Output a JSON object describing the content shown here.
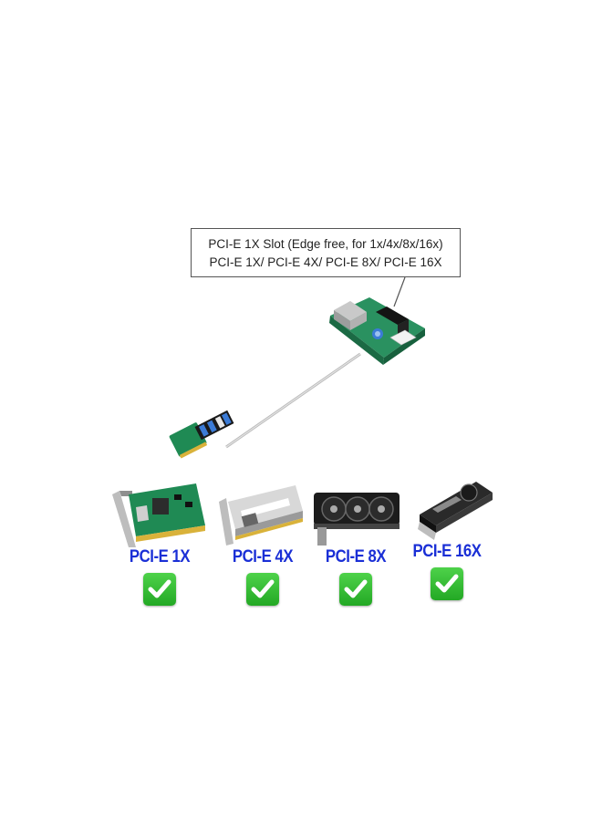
{
  "callout": {
    "line1": "PCI-E 1X Slot (Edge free, for 1x/4x/8x/16x)",
    "line2": "PCI-E 1X/ PCI-E 4X/ PCI-E 8X/ PCI-E 16X"
  },
  "cards": [
    {
      "label": "PCI-E 1X",
      "compatible": true,
      "image": "network-card"
    },
    {
      "label": "PCI-E 4X",
      "compatible": true,
      "image": "ssd-card"
    },
    {
      "label": "PCI-E 8X",
      "compatible": true,
      "image": "gpu-triple-fan"
    },
    {
      "label": "PCI-E 16X",
      "compatible": true,
      "image": "gpu-blower"
    }
  ],
  "colors": {
    "label_blue": "#1a2fd6",
    "check_green": "#2fb82f",
    "pcb_green": "#1f8a54"
  }
}
